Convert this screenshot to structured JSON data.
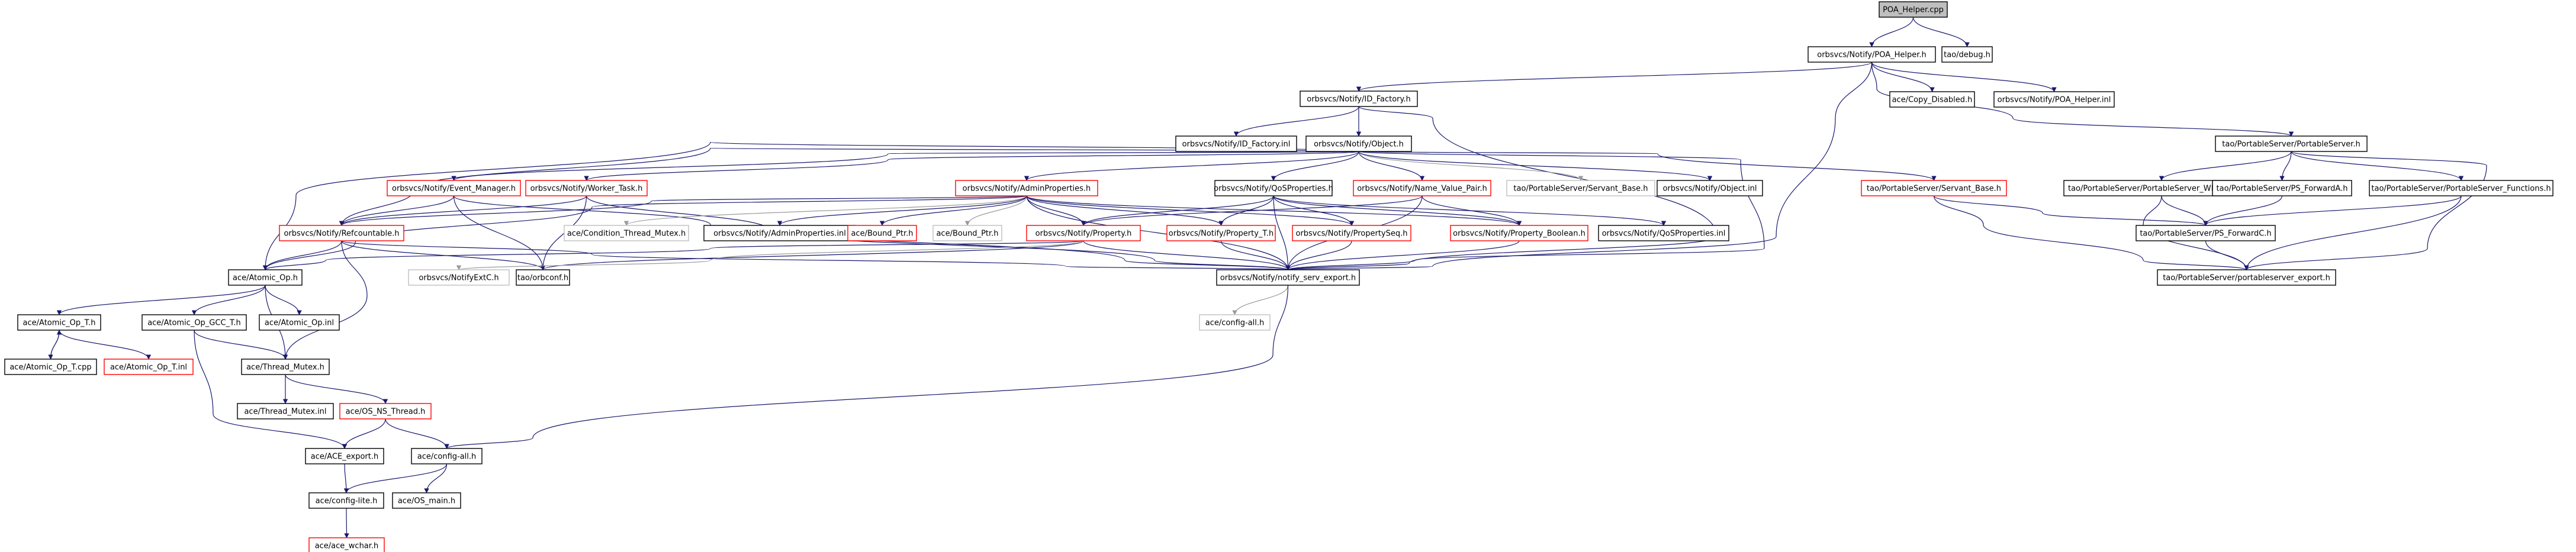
{
  "title": "",
  "colors": {
    "edge": "#191970",
    "edge_gray": "#9a9a9a",
    "red_border": "#ff0000",
    "black_border": "#000000",
    "root_fill": "#bfbfbf"
  },
  "nodes": [
    {
      "id": "root",
      "label": "POA_Helper.cpp",
      "style": "root"
    },
    {
      "id": "poa_h",
      "label": "orbsvcs/Notify/POA_Helper.h",
      "style": "black"
    },
    {
      "id": "tao_debug",
      "label": "tao/debug.h",
      "style": "black"
    },
    {
      "id": "id_factory",
      "label": "orbsvcs/Notify/ID_Factory.h",
      "style": "black"
    },
    {
      "id": "copy_disabled",
      "label": "ace/Copy_Disabled.h",
      "style": "black"
    },
    {
      "id": "poa_inl",
      "label": "orbsvcs/Notify/POA_Helper.inl",
      "style": "black"
    },
    {
      "id": "ps_portable",
      "label": "tao/PortableServer/PortableServer.h",
      "style": "black"
    },
    {
      "id": "idf_inl",
      "label": "orbsvcs/Notify/ID_Factory.inl",
      "style": "black"
    },
    {
      "id": "object_h",
      "label": "orbsvcs/Notify/Object.h",
      "style": "black"
    },
    {
      "id": "event_mgr",
      "label": "orbsvcs/Notify/Event_Manager.h",
      "style": "red"
    },
    {
      "id": "worker_task",
      "label": "orbsvcs/Notify/Worker_Task.h",
      "style": "red"
    },
    {
      "id": "admin_props",
      "label": "orbsvcs/Notify/AdminProperties.h",
      "style": "red"
    },
    {
      "id": "qos_props",
      "label": "orbsvcs/Notify/QoSProperties.h",
      "style": "black"
    },
    {
      "id": "name_value",
      "label": "orbsvcs/Notify/Name_Value_Pair.h",
      "style": "red"
    },
    {
      "id": "srv_base_h",
      "label": "tao/PortableServer/Servant_Base.h",
      "style": "gray"
    },
    {
      "id": "object_inl",
      "label": "orbsvcs/Notify/Object.inl",
      "style": "black"
    },
    {
      "id": "tao_servant_base",
      "label": "tao/PortableServer/Servant_Base.h",
      "style": "red"
    },
    {
      "id": "ps_wfunc",
      "label": "tao/PortableServer/PortableServer_WFunctions.h",
      "style": "black"
    },
    {
      "id": "ps_forwarda",
      "label": "tao/PortableServer/PS_ForwardA.h",
      "style": "black"
    },
    {
      "id": "ps_functions",
      "label": "tao/PortableServer/PortableServer_Functions.h",
      "style": "black"
    },
    {
      "id": "refcountable",
      "label": "orbsvcs/Notify/Refcountable.h",
      "style": "red"
    },
    {
      "id": "cond_mutex",
      "label": "ace/Condition_Thread_Mutex.h",
      "style": "gray"
    },
    {
      "id": "admin_inl",
      "label": "orbsvcs/Notify/AdminProperties.inl",
      "style": "black"
    },
    {
      "id": "bound_ptr_h",
      "label": "ace/Bound_Ptr.h",
      "style": "red"
    },
    {
      "id": "bound_ptr_gray",
      "label": "ace/Bound_Ptr.h",
      "style": "gray"
    },
    {
      "id": "property_h",
      "label": "orbsvcs/Notify/Property.h",
      "style": "red"
    },
    {
      "id": "property_t",
      "label": "orbsvcs/Notify/Property_T.h",
      "style": "red"
    },
    {
      "id": "property_seq",
      "label": "orbsvcs/Notify/PropertySeq.h",
      "style": "red"
    },
    {
      "id": "property_bool",
      "label": "orbsvcs/Notify/Property_Boolean.h",
      "style": "red"
    },
    {
      "id": "qos_inl",
      "label": "orbsvcs/Notify/QoSProperties.inl",
      "style": "black"
    },
    {
      "id": "ps_forwardc",
      "label": "tao/PortableServer/PS_ForwardC.h",
      "style": "black"
    },
    {
      "id": "atomic_op",
      "label": "ace/Atomic_Op.h",
      "style": "black"
    },
    {
      "id": "notify_extc",
      "label": "orbsvcs/NotifyExtC.h",
      "style": "gray"
    },
    {
      "id": "orbconf",
      "label": "tao/orbconf.h",
      "style": "black"
    },
    {
      "id": "notify_export",
      "label": "orbsvcs/Notify/notify_serv_export.h",
      "style": "black"
    },
    {
      "id": "ps_export",
      "label": "tao/PortableServer/portableserver_export.h",
      "style": "black"
    },
    {
      "id": "atomic_op_t",
      "label": "ace/Atomic_Op_T.h",
      "style": "black"
    },
    {
      "id": "atomic_gcc_t",
      "label": "ace/Atomic_Op_GCC_T.h",
      "style": "black"
    },
    {
      "id": "atomic_inl",
      "label": "ace/Atomic_Op.inl",
      "style": "black"
    },
    {
      "id": "config_all_gray",
      "label": "ace/config-all.h",
      "style": "gray"
    },
    {
      "id": "atomic_t_cpp",
      "label": "ace/Atomic_Op_T.cpp",
      "style": "black"
    },
    {
      "id": "atomic_t_inl",
      "label": "ace/Atomic_Op_T.inl",
      "style": "red"
    },
    {
      "id": "thread_mutex",
      "label": "ace/Thread_Mutex.h",
      "style": "black"
    },
    {
      "id": "thread_mutex_inl",
      "label": "ace/Thread_Mutex.inl",
      "style": "black"
    },
    {
      "id": "os_ns_thread",
      "label": "ace/OS_NS_Thread.h",
      "style": "red"
    },
    {
      "id": "ace_export",
      "label": "ace/ACE_export.h",
      "style": "black"
    },
    {
      "id": "config_all",
      "label": "ace/config-all.h",
      "style": "black"
    },
    {
      "id": "config_lite",
      "label": "ace/config-lite.h",
      "style": "black"
    },
    {
      "id": "os_main",
      "label": "ace/OS_main.h",
      "style": "black"
    },
    {
      "id": "ace_wchar",
      "label": "ace/ace_wchar.h",
      "style": "red"
    }
  ]
}
